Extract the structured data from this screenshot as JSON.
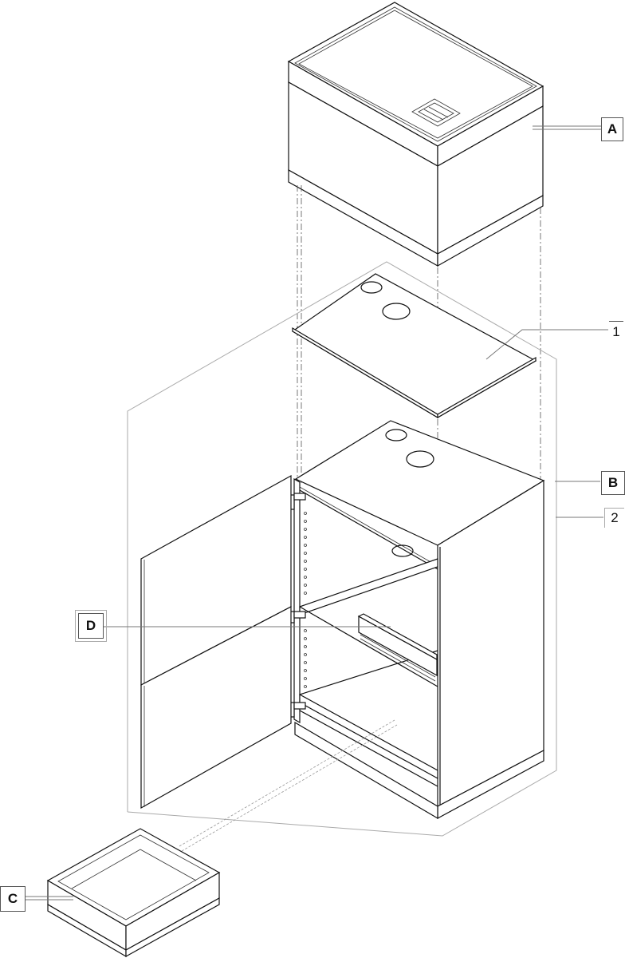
{
  "diagram": {
    "type": "exploded-isometric-assembly",
    "subject": "cabinet with top box, shelf, door panels, drawer slide and drawer",
    "callouts": [
      {
        "id": "A",
        "label": "A",
        "style": "boxed",
        "target": "top box unit"
      },
      {
        "id": "1",
        "label": "1",
        "style": "plain",
        "target": "loose shelf panel with cable holes"
      },
      {
        "id": "B",
        "label": "B",
        "style": "boxed",
        "target": "cabinet carcass assembly"
      },
      {
        "id": "2",
        "label": "2",
        "style": "plain",
        "target": "cabinet side / plinth"
      },
      {
        "id": "D",
        "label": "D",
        "style": "boxed-double",
        "target": "drawer runner / hinge"
      },
      {
        "id": "C",
        "label": "C",
        "style": "boxed",
        "target": "drawer"
      }
    ],
    "colors": {
      "line": "#111111",
      "construction_line": "#aaaaaa",
      "background": "#ffffff"
    }
  }
}
